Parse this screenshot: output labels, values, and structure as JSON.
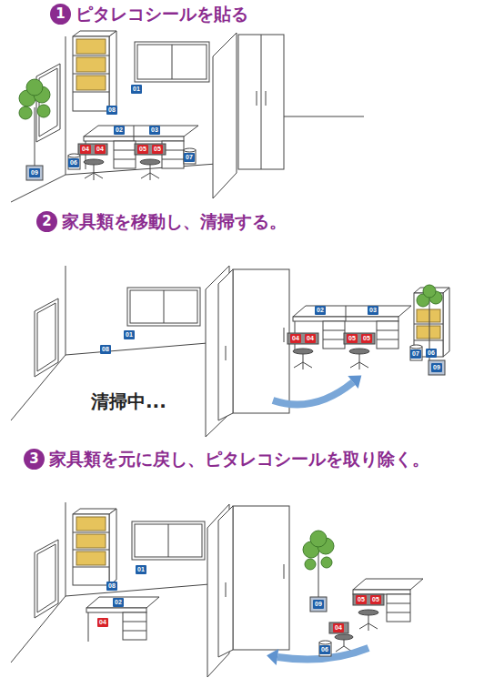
{
  "diagram": {
    "nodes": [
      {
        "text": [
          "1",
          "ピタレコシールを貼る"
        ]
      },
      {
        "text": [
          "01"
        ]
      },
      {
        "text": [
          "08"
        ]
      },
      {
        "text": [
          "02"
        ]
      },
      {
        "text": [
          "03"
        ]
      },
      {
        "text": [
          "04"
        ]
      },
      {
        "text": [
          "04"
        ]
      },
      {
        "text": [
          "05"
        ]
      },
      {
        "text": [
          "05"
        ]
      },
      {
        "text": [
          "06"
        ]
      },
      {
        "text": [
          "07"
        ]
      },
      {
        "text": [
          "09"
        ]
      },
      {
        "text": [
          "2",
          "家具類を移動し、清掃する。"
        ]
      },
      {
        "text": [
          "01"
        ]
      },
      {
        "text": [
          "08"
        ]
      },
      {
        "text": [
          "02"
        ]
      },
      {
        "text": [
          "03"
        ]
      },
      {
        "text": [
          "04"
        ]
      },
      {
        "text": [
          "04"
        ]
      },
      {
        "text": [
          "05"
        ]
      },
      {
        "text": [
          "05"
        ]
      },
      {
        "text": [
          "07"
        ]
      },
      {
        "text": [
          "06"
        ]
      },
      {
        "text": [
          "09"
        ]
      },
      {
        "text": [
          "3",
          "家具類を元に戻し、ピタレコシールを取り除く。"
        ]
      },
      {
        "text": [
          "01"
        ]
      },
      {
        "text": [
          "08"
        ]
      },
      {
        "text": [
          "02"
        ]
      },
      {
        "text": [
          "04"
        ]
      },
      {
        "text": [
          "05"
        ]
      },
      {
        "text": [
          "05"
        ]
      },
      {
        "text": [
          "09"
        ]
      },
      {
        "text": [
          "04"
        ]
      },
      {
        "text": [
          "06"
        ]
      }
    ],
    "labels": [
      "清掃中..."
    ]
  }
}
